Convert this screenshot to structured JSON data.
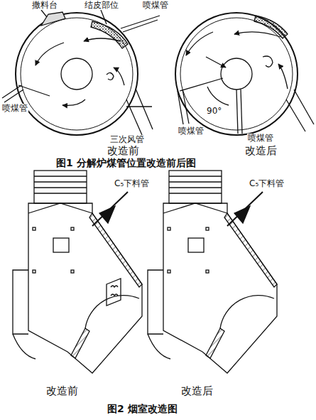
{
  "diagram": {
    "labels": [
      "撒料台",
      "结皮部位",
      "喷煤管",
      "喷煤管",
      "三次风管",
      "改造前",
      "喷煤管",
      "喷煤管",
      "90°",
      "改造后",
      "图1 分解炉煤管位置改造前后图",
      "C₅下料管",
      "C₅下料管",
      "改造前",
      "改造后",
      "图2 烟室改造图"
    ]
  }
}
